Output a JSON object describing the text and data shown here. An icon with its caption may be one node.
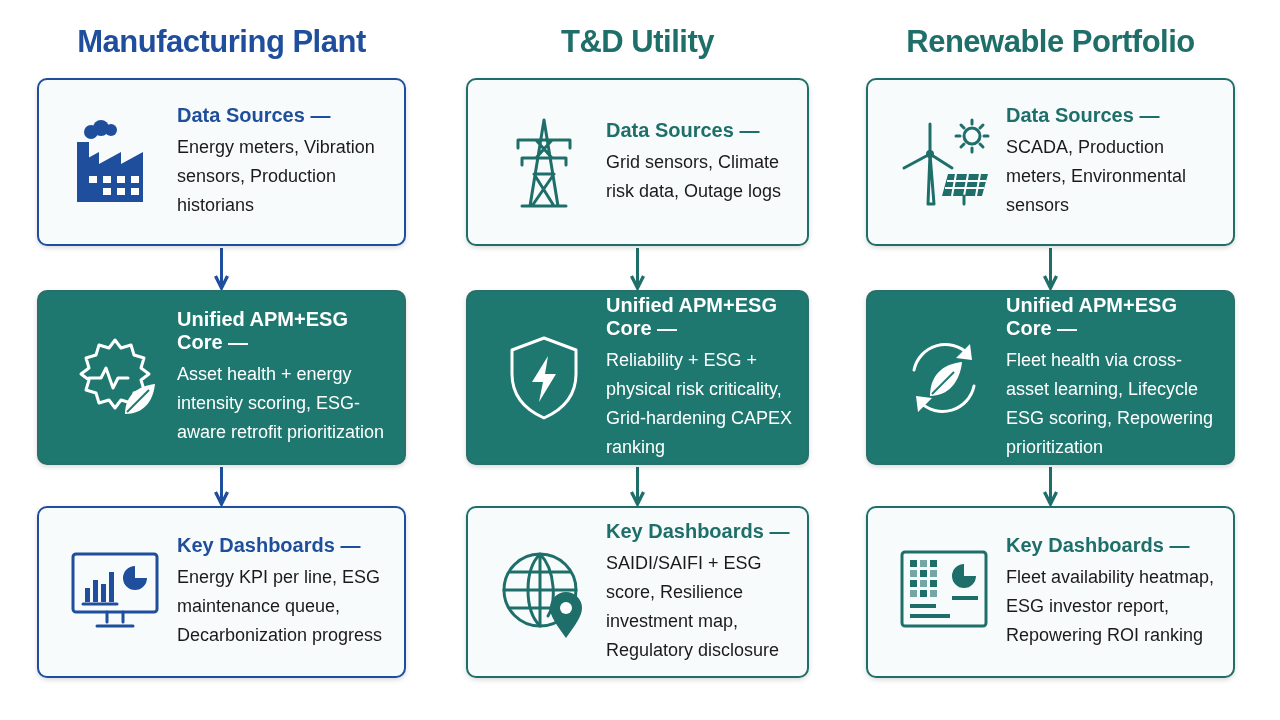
{
  "diagram": {
    "nodes": [
      {
        "text": [
          "Data Sources —",
          "Energy meters, Vibration sensors, Production historians"
        ]
      },
      {
        "text": [
          "Unified APM+ESG Core —",
          "Asset health + energy intensity scoring, ESG-aware retrofit prioritization"
        ]
      },
      {
        "text": [
          "Key Dashboards —",
          "Energy KPI per line, ESG maintenance queue, Decarbonization progress"
        ]
      },
      {
        "text": [
          "Data Sources —",
          "Grid sensors, Climate risk data, Outage logs"
        ]
      },
      {
        "text": [
          "Unified APM+ESG Core —",
          "Reliability + ESG + physical risk criticality, Grid-hardening CAPEX ranking"
        ]
      },
      {
        "text": [
          "Key Dashboards —",
          "SAIDI/SAIFI + ESG score, Resilience investment map, Regulatory disclosure"
        ]
      },
      {
        "text": [
          "Data Sources —",
          "SCADA, Production meters, Environmental sensors"
        ]
      },
      {
        "text": [
          "Unified APM+ESG Core —",
          "Fleet health via cross-asset learning, Lifecycle ESG scoring, Repowering prioritization"
        ]
      },
      {
        "text": [
          "Key Dashboards —",
          "Fleet availability heatmap, ESG investor report, Repowering ROI ranking"
        ]
      }
    ],
    "edges": [
      {
        "from": 0,
        "to": 1,
        "arrow": "to",
        "color": "#1f4e9c"
      },
      {
        "from": 1,
        "to": 2,
        "arrow": "to",
        "color": "#1f4e9c"
      },
      {
        "from": 3,
        "to": 4,
        "arrow": "to"
      },
      {
        "from": 4,
        "to": 5,
        "arrow": "to"
      },
      {
        "from": 6,
        "to": 7,
        "arrow": "to"
      },
      {
        "from": 7,
        "to": 8,
        "arrow": "to"
      }
    ],
    "labels": [
      "Manufacturing Plant",
      "T&D Utility",
      "Renewable Portfolio"
    ]
  }
}
